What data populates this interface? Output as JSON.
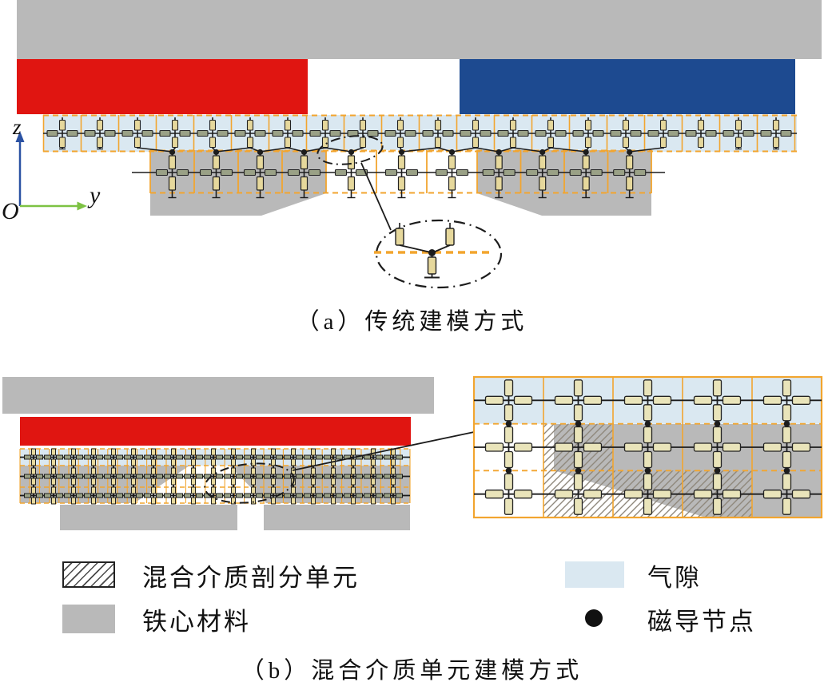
{
  "captions": {
    "a": "（a）传统建模方式",
    "b": "（b）混合介质单元建模方式"
  },
  "axis": {
    "z_label": "z",
    "y_label": "y",
    "origin_label": "O"
  },
  "legend": {
    "hybrid_cell": "混合介质剖分单元",
    "core_material": "铁心材料",
    "air_gap": "气隙",
    "permeance_node": "磁导节点"
  },
  "colors": {
    "core_gray": "#b9b9b9",
    "magnet_red": "#e01511",
    "magnet_blue": "#1d4a90",
    "airgap_blue": "#dae8f1",
    "grid_orange": "#f2a52f",
    "resistor_vertical": "#e6d89c",
    "resistor_horizontal": "#9aa186",
    "inset_resistor": "#e9e4ba",
    "line_black": "#1c1c1c",
    "axis_z": "#2b52a3",
    "axis_y": "#7dc243",
    "hatch_line": "#8f887c",
    "slot_white": "#ffffff"
  }
}
